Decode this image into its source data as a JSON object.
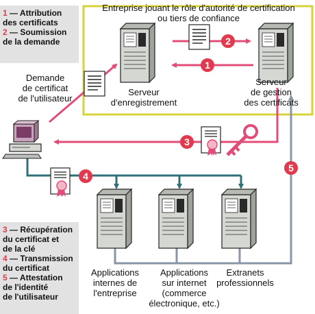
{
  "legend_top": [
    {
      "num": "1",
      "text": " — Attribution"
    },
    {
      "num": "",
      "text": "des certificats"
    },
    {
      "num": "2",
      "text": " — Soumission"
    },
    {
      "num": "",
      "text": "de la demande"
    }
  ],
  "legend_bottom": [
    {
      "num": "3",
      "text": " — Récupération"
    },
    {
      "num": "",
      "text": "du certificat et"
    },
    {
      "num": "",
      "text": "de la clé"
    },
    {
      "num": "4",
      "text": " — Transmission"
    },
    {
      "num": "",
      "text": "du certificat"
    },
    {
      "num": "5",
      "text": " — Attestation"
    },
    {
      "num": "",
      "text": "de l'identité"
    },
    {
      "num": "",
      "text": "de l'utilisateur"
    }
  ],
  "ca_box": {
    "line1": "Entreprise jouant le rôle d'autorité de certification",
    "line2": "ou tiers de confiance"
  },
  "user_request": {
    "line1": "Demande",
    "line2": "de certificat",
    "line3": "de l'utilisateur"
  },
  "registration_server": {
    "line1": "Serveur",
    "line2": "d'enregistrement"
  },
  "management_server": {
    "line1": "Serveur",
    "line2": "de gestion",
    "line3": "des certificats"
  },
  "apps_internal": {
    "line1": "Applications",
    "line2": "internes de",
    "line3": "l'entreprise"
  },
  "apps_internet": {
    "line1": "Applications",
    "line2": "sur internet",
    "line3": "(commerce",
    "line4": "électronique, etc.)"
  },
  "extranets": {
    "line1": "Extranets",
    "line2": "professionnels"
  },
  "steps": [
    "1",
    "2",
    "3",
    "4",
    "5"
  ],
  "colors": {
    "frame": "#d8d23a",
    "pink": "#e24d78",
    "badge": "#e13a4f",
    "gray_line": "#8a96a8",
    "teal": "#2f6f78",
    "legend_bg": "#e2e2e2"
  }
}
